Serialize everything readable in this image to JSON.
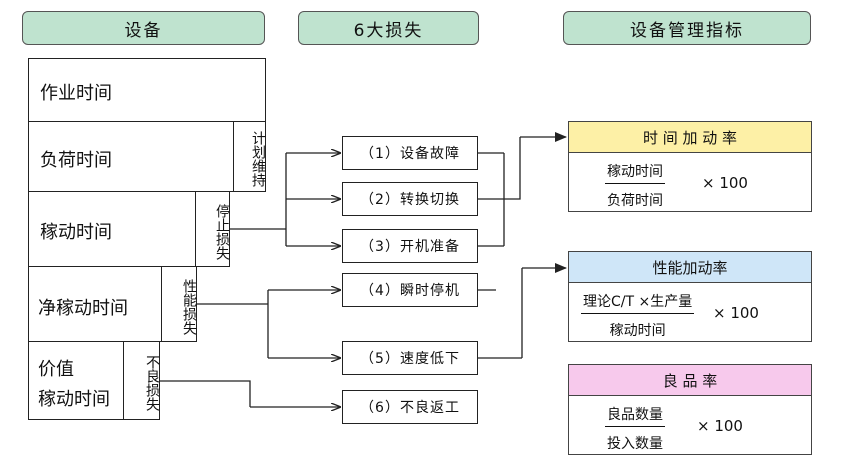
{
  "headers": {
    "equipment": "设备",
    "six_losses": "6大损失",
    "management_index": "设备管理指标"
  },
  "time_rows": {
    "working_time": "作业时间",
    "load_time": "负荷时间",
    "operating_time": "稼动时间",
    "net_operating_time": "净稼动时间",
    "value_line1": "价值",
    "value_line2": "稼动时间"
  },
  "loss_tags": {
    "planned_maintenance": "计划维持",
    "stop_loss": "停止损失",
    "performance_loss": "性能损失",
    "defect_loss": "不良损失"
  },
  "losses": [
    "（1）设备故障",
    "（2）转换切换",
    "（3）开机准备",
    "（4）瞬时停机",
    "（5）速度低下",
    "（6）不良返工"
  ],
  "metrics": {
    "time_rate": {
      "title": "时 间 加 动 率",
      "numerator": "稼动时间",
      "denominator": "负荷时间",
      "multiplier": "× 100",
      "color": "#fdf0a6"
    },
    "performance_rate": {
      "title": "性能加动率",
      "numerator": "理论C/T ×生产量",
      "denominator": "稼动时间",
      "multiplier": "× 100",
      "color": "#cfe6f8"
    },
    "yield_rate": {
      "title": "良 品 率",
      "numerator": "良品数量",
      "denominator": "投入数量",
      "multiplier": "× 100",
      "color": "#f7c9ec"
    }
  },
  "colors": {
    "header_bg": "#bfe3cf"
  }
}
